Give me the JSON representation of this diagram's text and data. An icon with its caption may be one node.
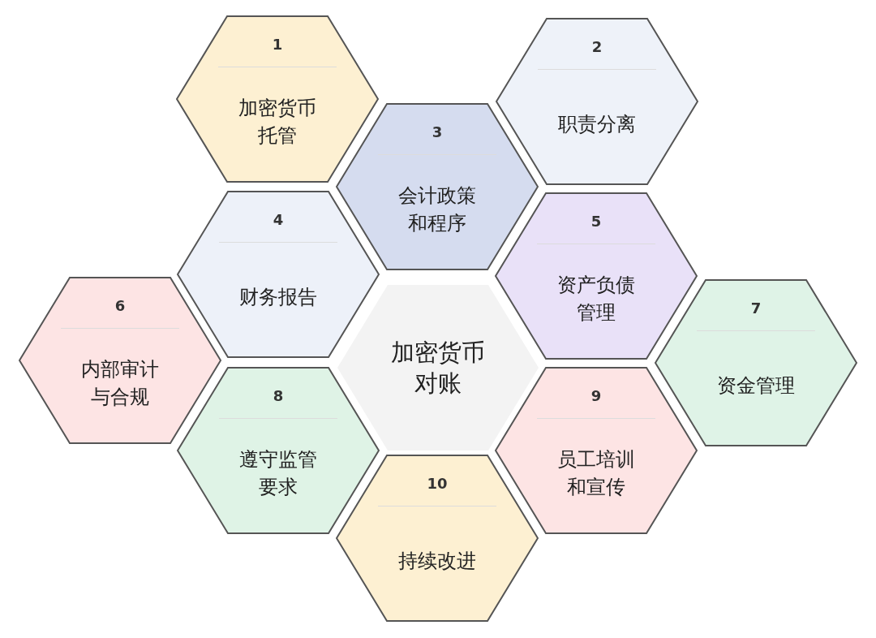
{
  "diagram": {
    "nodes": [
      {
        "text": [
          "加密货币对账"
        ]
      },
      {
        "text": [
          "1",
          "加密货币托管"
        ]
      },
      {
        "text": [
          "2",
          "职责分离"
        ]
      },
      {
        "text": [
          "3",
          "会计政策和程序"
        ]
      },
      {
        "text": [
          "4",
          "财务报告"
        ]
      },
      {
        "text": [
          "5",
          "资产负债管理"
        ]
      },
      {
        "text": [
          "6",
          "内部审计与合规"
        ]
      },
      {
        "text": [
          "7",
          "资金管理"
        ]
      },
      {
        "text": [
          "8",
          "遵守监管要求"
        ]
      },
      {
        "text": [
          "9",
          "员工培训和宣传"
        ]
      },
      {
        "text": [
          "10",
          "持续改进"
        ]
      }
    ]
  }
}
